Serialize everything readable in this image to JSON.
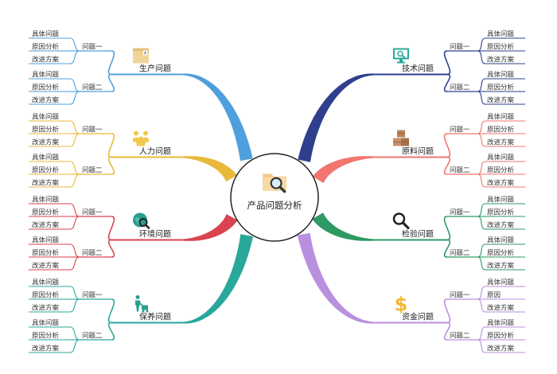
{
  "center": {
    "label": "产品问题分析",
    "icon": "folder-search-icon"
  },
  "branches": [
    {
      "key": "production",
      "side": "left",
      "label": "生产问题",
      "icon": "box-icon",
      "color": "#4e9fdc",
      "groups": [
        {
          "label": "问题一",
          "leaves": [
            "具体问题",
            "原因分析",
            "改进方案"
          ]
        },
        {
          "label": "问题二",
          "leaves": [
            "具体问题",
            "原因分析",
            "改进方案"
          ]
        }
      ]
    },
    {
      "key": "manpower",
      "side": "left",
      "label": "人力问题",
      "icon": "people-icon",
      "color": "#e8b93a",
      "groups": [
        {
          "label": "问题一",
          "leaves": [
            "具体问题",
            "原因分析",
            "改进方案"
          ]
        },
        {
          "label": "问题二",
          "leaves": [
            "具体问题",
            "原因分析",
            "改进方案"
          ]
        }
      ]
    },
    {
      "key": "environment",
      "side": "left",
      "label": "环境问题",
      "icon": "globe-search-icon",
      "color": "#d9434f",
      "groups": [
        {
          "label": "问题一",
          "leaves": [
            "具体问题",
            "原因分析",
            "改进方案"
          ]
        },
        {
          "label": "问题二",
          "leaves": [
            "具体问题",
            "原因分析",
            "改进方案"
          ]
        }
      ]
    },
    {
      "key": "maintenance",
      "side": "left",
      "label": "保养问题",
      "icon": "worker-cart-icon",
      "color": "#2aa79b",
      "groups": [
        {
          "label": "问题一",
          "leaves": [
            "具体问题",
            "原因分析",
            "改进方案"
          ]
        },
        {
          "label": "问题二",
          "leaves": [
            "具体问题",
            "原因分析",
            "改进方案"
          ]
        }
      ]
    },
    {
      "key": "technology",
      "side": "right",
      "label": "技术问题",
      "icon": "monitor-gear-icon",
      "color": "#2f3f8e",
      "groups": [
        {
          "label": "问题一",
          "leaves": [
            "具体问题",
            "原因分析",
            "改进方案"
          ]
        },
        {
          "label": "问题二",
          "leaves": [
            "具体问题",
            "原因分析",
            "改进方案"
          ]
        }
      ]
    },
    {
      "key": "material",
      "side": "right",
      "label": "原料问题",
      "icon": "boxes-icon",
      "color": "#f0766e",
      "groups": [
        {
          "label": "问题一",
          "leaves": [
            "具体问题",
            "原因分析",
            "改进方案"
          ]
        },
        {
          "label": "问题二",
          "leaves": [
            "具体问题",
            "原因分析",
            "改进方案"
          ]
        }
      ]
    },
    {
      "key": "inspection",
      "side": "right",
      "label": "检验问题",
      "icon": "magnifier-icon",
      "color": "#2e9a63",
      "groups": [
        {
          "label": "问题一",
          "leaves": [
            "具体问题",
            "原因分析",
            "改进方案"
          ]
        },
        {
          "label": "问题二",
          "leaves": [
            "具体问题",
            "原因分析",
            "改进方案"
          ]
        }
      ]
    },
    {
      "key": "funds",
      "side": "right",
      "label": "资金问题",
      "icon": "dollar-icon",
      "color": "#b98fdf",
      "groups": [
        {
          "label": "问题一",
          "leaves": [
            "具体问题",
            "原因",
            "改进方案"
          ]
        },
        {
          "label": "问题二",
          "leaves": [
            "具体问题",
            "原因分析",
            "改进方案"
          ]
        }
      ]
    }
  ]
}
